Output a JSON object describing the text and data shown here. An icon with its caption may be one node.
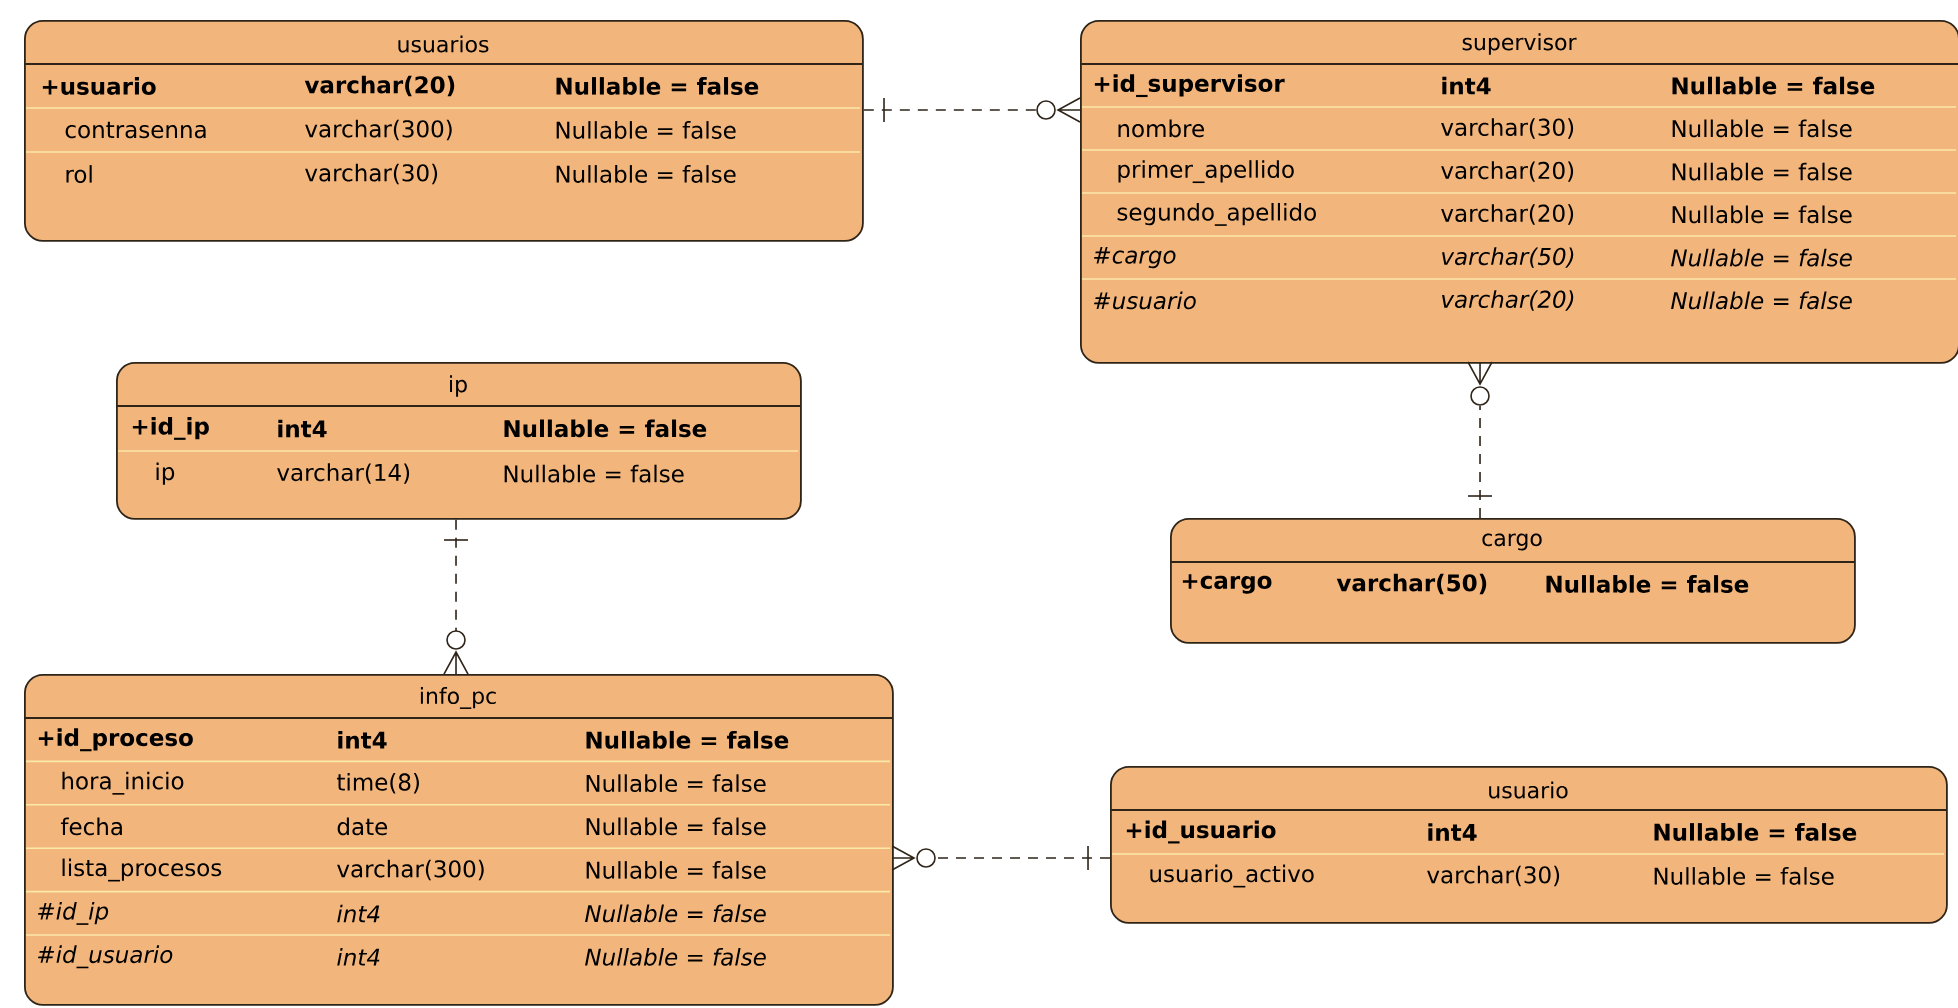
{
  "diagram": {
    "nodes": [
      {
        "text": [
          "usuarios",
          "+usuario",
          "varchar(20)",
          "Nullable = false",
          "contrasenna",
          "varchar(300)",
          "Nullable = false",
          "rol",
          "varchar(30)",
          "Nullable = false"
        ]
      },
      {
        "text": [
          "supervisor",
          "+id_supervisor",
          "int4",
          "Nullable = false",
          "nombre",
          "varchar(30)",
          "Nullable = false",
          "primer_apellido",
          "varchar(20)",
          "Nullable = false",
          "segundo_apellido",
          "varchar(20)",
          "Nullable = false",
          "#cargo",
          "varchar(50)",
          "Nullable = false",
          "#usuario",
          "varchar(20)",
          "Nullable = false"
        ]
      },
      {
        "text": [
          "ip",
          "+id_ip",
          "int4",
          "Nullable = false",
          "ip",
          "varchar(14)",
          "Nullable = false"
        ]
      },
      {
        "text": [
          "cargo",
          "+cargo",
          "varchar(50)",
          "Nullable = false"
        ]
      },
      {
        "text": [
          "info_pc",
          "+id_proceso",
          "int4",
          "Nullable = false",
          "hora_inicio",
          "time(8)",
          "Nullable = false",
          "fecha",
          "date",
          "Nullable = false",
          "lista_procesos",
          "varchar(300)",
          "Nullable = false",
          "#id_ip",
          "int4",
          "Nullable = false",
          "#id_usuario",
          "int4",
          "Nullable = false"
        ]
      },
      {
        "text": [
          "usuario",
          "+id_usuario",
          "int4",
          "Nullable = false",
          "usuario_activo",
          "varchar(30)",
          "Nullable = false"
        ]
      }
    ],
    "edges": [
      {
        "from": 0,
        "to": 1,
        "arrow": "other",
        "style": "dashed"
      },
      {
        "from": 3,
        "to": 1,
        "arrow": "other",
        "style": "dashed"
      },
      {
        "from": 2,
        "to": 4,
        "arrow": "other",
        "style": "dashed"
      },
      {
        "from": 5,
        "to": 4,
        "arrow": "other",
        "style": "dashed"
      }
    ]
  }
}
